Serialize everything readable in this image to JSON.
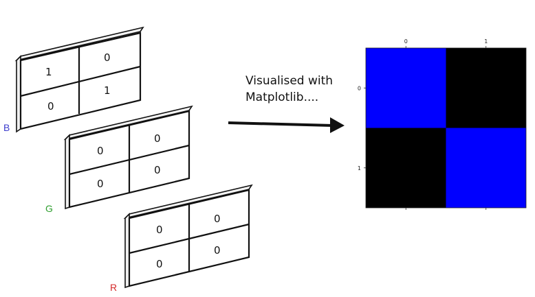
{
  "caption": {
    "line1": "Visualised with",
    "line2": "Matplotlib...."
  },
  "channels": [
    {
      "label": "B",
      "label_color": "#3b3bcc",
      "values": [
        [
          "1",
          "0"
        ],
        [
          "0",
          "1"
        ]
      ]
    },
    {
      "label": "G",
      "label_color": "#2e9e2e",
      "values": [
        [
          "0",
          "0"
        ],
        [
          "0",
          "0"
        ]
      ]
    },
    {
      "label": "R",
      "label_color": "#d42a2a",
      "values": [
        [
          "0",
          "0"
        ],
        [
          "0",
          "0"
        ]
      ]
    }
  ],
  "chart_data": {
    "type": "heatmap",
    "x_ticks": [
      "0",
      "1"
    ],
    "y_ticks": [
      "0",
      "1"
    ],
    "cells": [
      [
        "#0000ff",
        "#000000"
      ],
      [
        "#000000",
        "#0000ff"
      ]
    ]
  }
}
